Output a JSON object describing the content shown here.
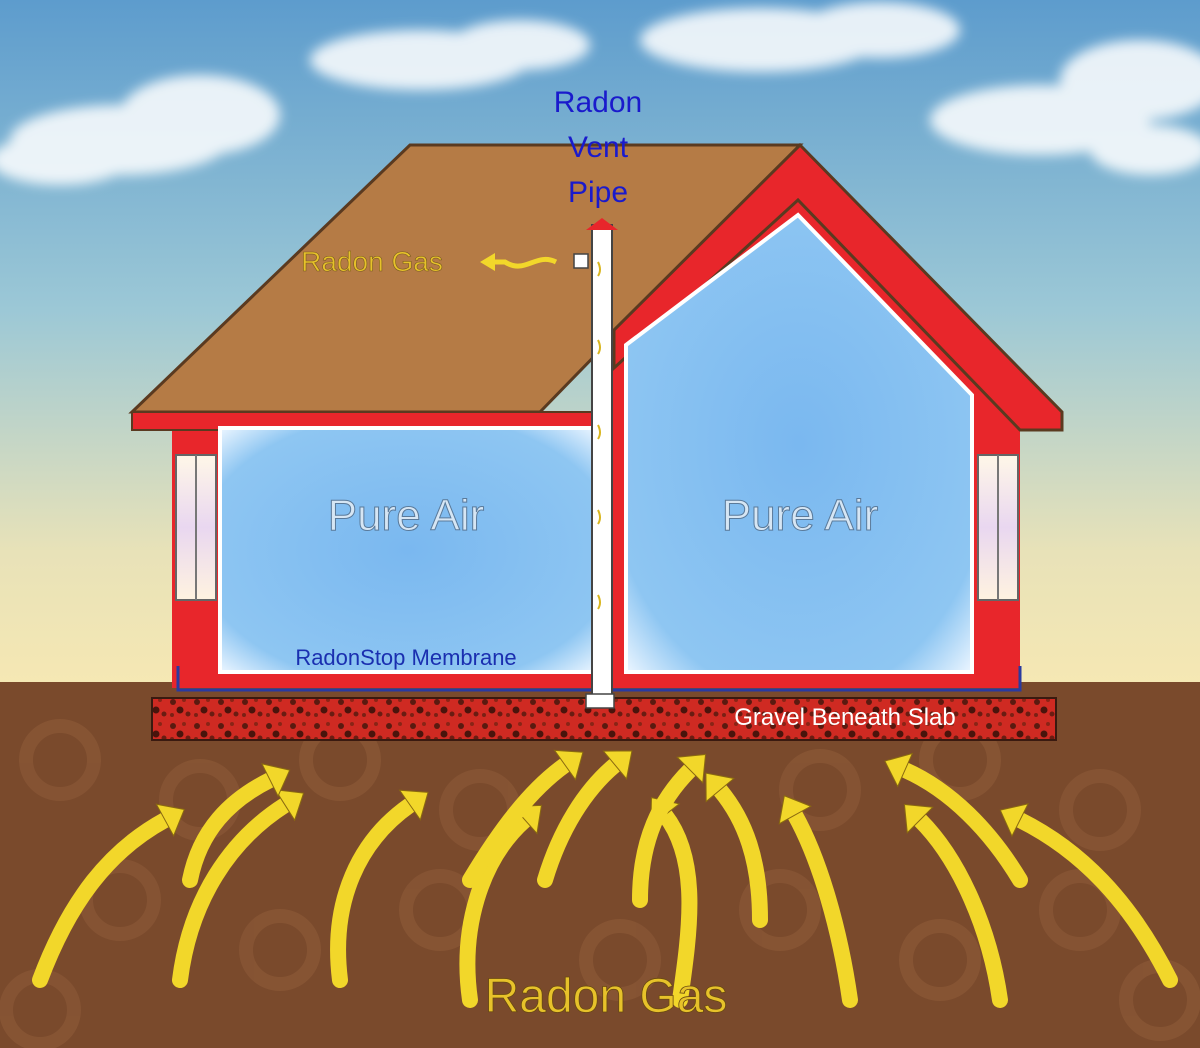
{
  "labels": {
    "vent_pipe_line1": "Radon",
    "vent_pipe_line2": "Vent",
    "vent_pipe_line3": "Pipe",
    "roof_gas": "Radon Gas",
    "room_left": "Pure Air",
    "room_right": "Pure Air",
    "membrane": "RadonStop Membrane",
    "gravel": "Gravel Beneath Slab",
    "ground_gas": "Radon Gas"
  },
  "colors": {
    "sky_top": "#5f9fcf",
    "sky_bottom": "#f4e6b4",
    "soil": "#7a4a2c",
    "roof": "#b57b45",
    "wall": "#e8262b",
    "room": "#8fc4f0",
    "gravel": "#c8201f",
    "arrow": "#f2d72a",
    "vent_text": "#1a1acc",
    "gas_text": "#e7c22a",
    "membrane_text": "#1a2fb0"
  }
}
